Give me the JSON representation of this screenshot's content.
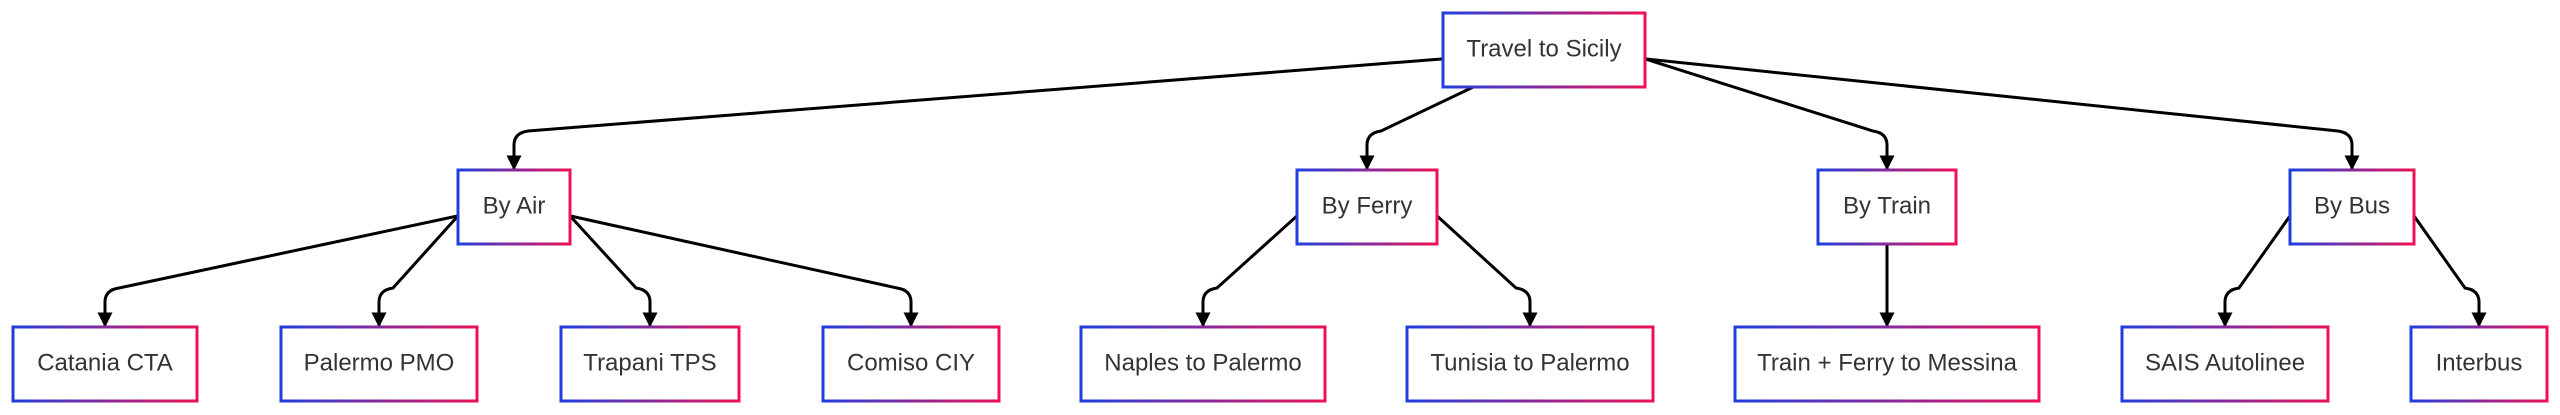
{
  "colors": {
    "gradient_start": "#1f3fe0",
    "gradient_end": "#ee1155",
    "edge": "#000000",
    "text": "#333333",
    "background": "#ffffff"
  },
  "nodes": {
    "root": "Travel to Sicily",
    "by_air": "By Air",
    "by_ferry": "By Ferry",
    "by_train": "By Train",
    "by_bus": "By Bus",
    "catania": "Catania CTA",
    "palermo": "Palermo PMO",
    "trapani": "Trapani TPS",
    "comiso": "Comiso CIY",
    "naples_palermo": "Naples to Palermo",
    "tunisia_palermo": "Tunisia to Palermo",
    "train_ferry_messina": "Train + Ferry to Messina",
    "sais": "SAIS Autolinee",
    "interbus": "Interbus"
  },
  "edges": [
    [
      "root",
      "by_air"
    ],
    [
      "root",
      "by_ferry"
    ],
    [
      "root",
      "by_train"
    ],
    [
      "root",
      "by_bus"
    ],
    [
      "by_air",
      "catania"
    ],
    [
      "by_air",
      "palermo"
    ],
    [
      "by_air",
      "trapani"
    ],
    [
      "by_air",
      "comiso"
    ],
    [
      "by_ferry",
      "naples_palermo"
    ],
    [
      "by_ferry",
      "tunisia_palermo"
    ],
    [
      "by_train",
      "train_ferry_messina"
    ],
    [
      "by_bus",
      "sais"
    ],
    [
      "by_bus",
      "interbus"
    ]
  ]
}
